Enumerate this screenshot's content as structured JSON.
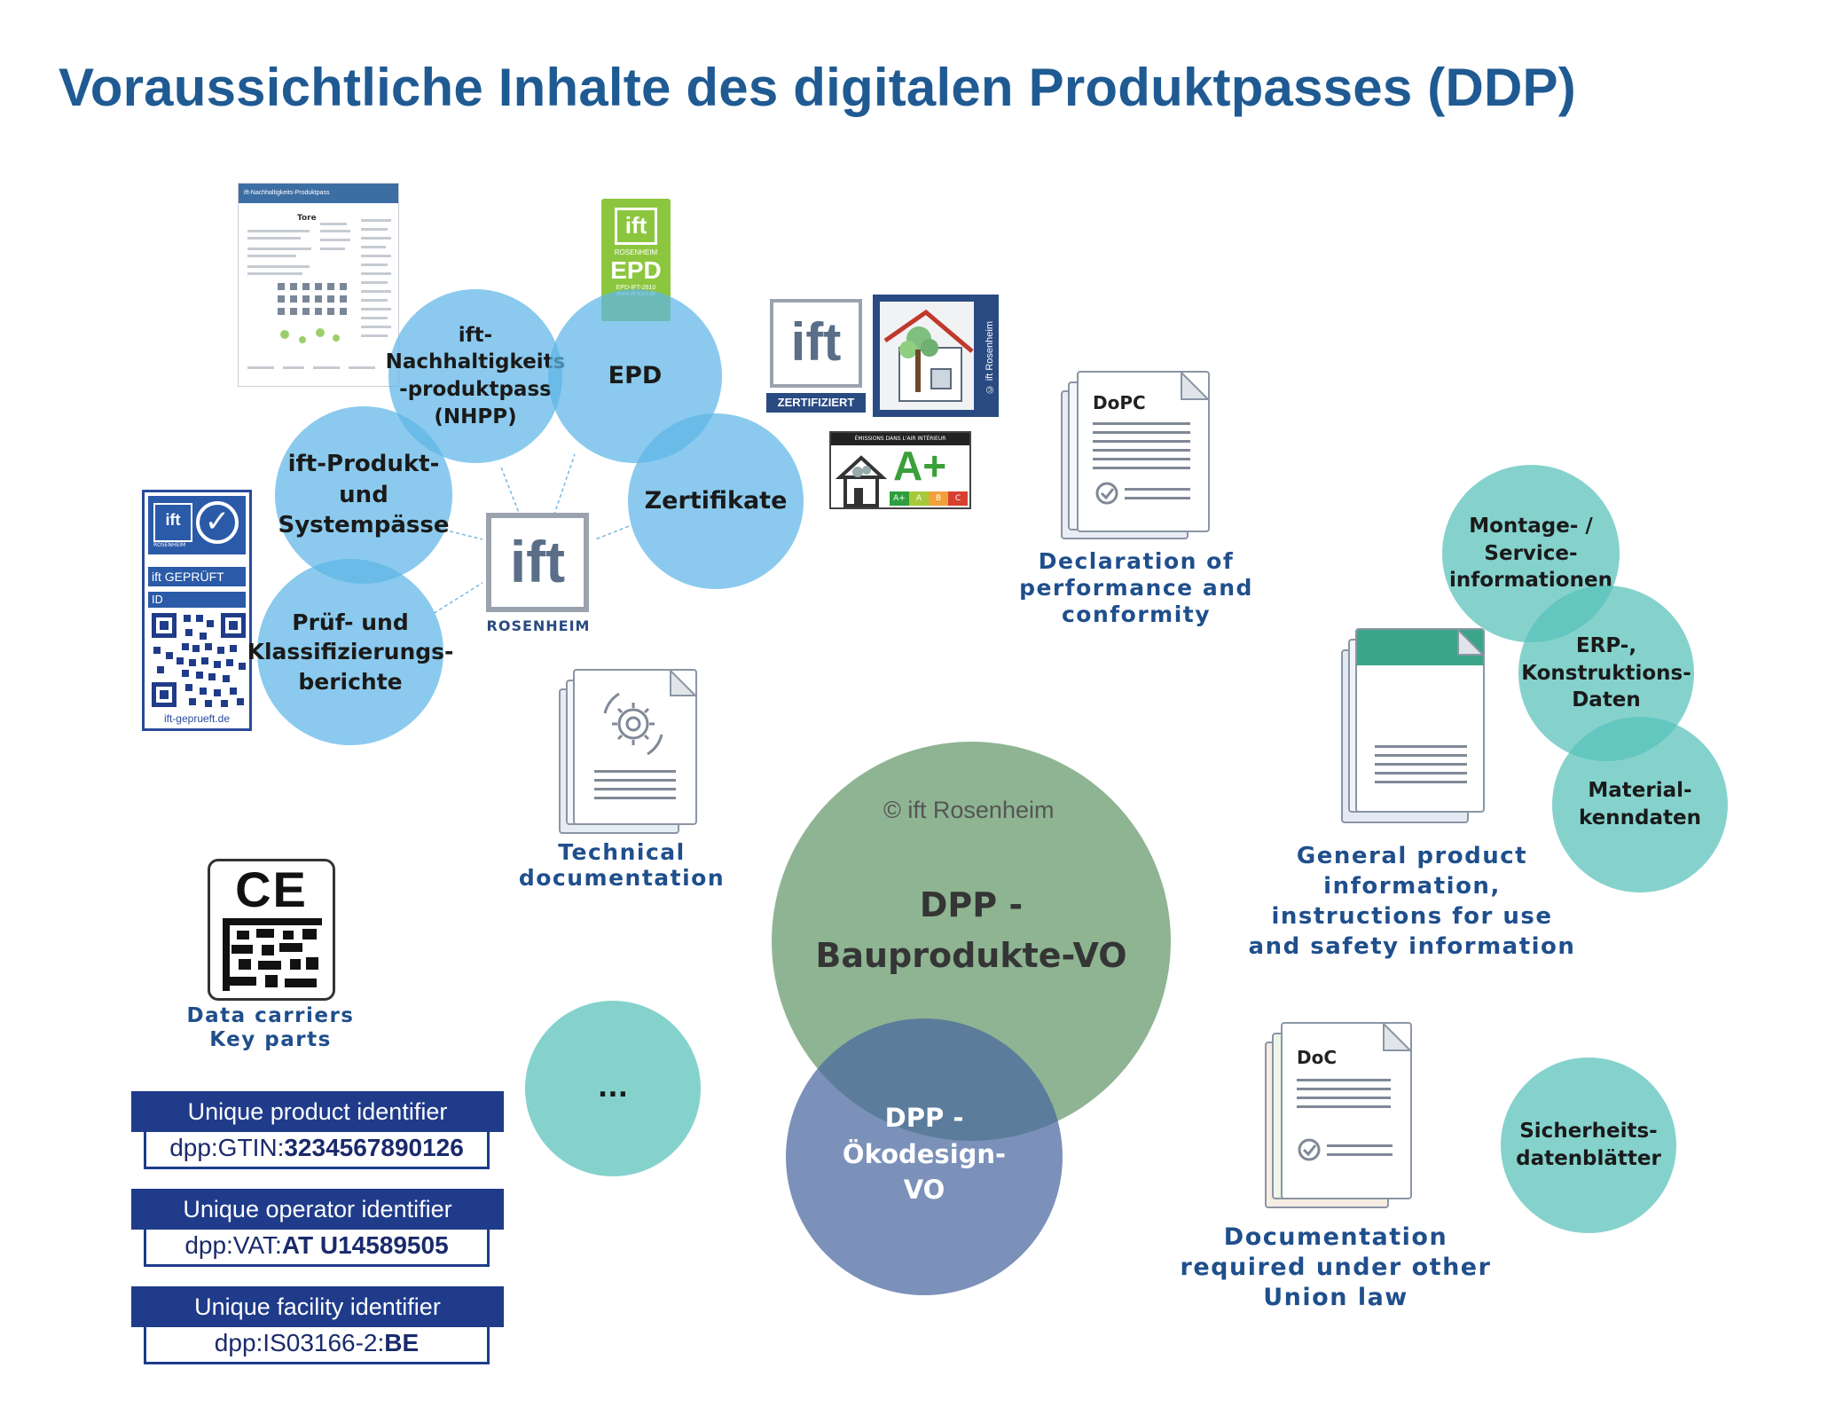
{
  "title": "Voraussichtliche Inhalte des digitalen Produktpasses (DDP)",
  "copyright": "© ift Rosenheim",
  "ift_center_logo": {
    "text": "ift",
    "subtitle": "ROSENHEIM"
  },
  "blue_circles": {
    "nhpp": "ift-\nNachhaltigkeits\n-produktpass\n(NHPP)",
    "epd": "EPD",
    "pruefsysteme": "ift-Produkt-\nund\nSystempässe",
    "zertifikate": "Zertifikate",
    "berichte": "Prüf- und\nKlassifizierungs-\nberichte"
  },
  "teal_circles": {
    "montage": "Montage- /\nService-\ninformationen",
    "erp": "ERP-,\nKonstruktions-\nDaten",
    "material": "Material-\nkenndaten",
    "sicherheit": "Sicherheits-\ndatenblätter",
    "ellipsis": "..."
  },
  "center": {
    "green": "DPP -\nBauprodukte-VO",
    "blue": "DPP -\nÖkodesign-\nVO"
  },
  "documents": {
    "dopc_label": "DoPC",
    "dopc_caption": "Declaration of\nperformance and\nconformity",
    "techdoc_caption": "Technical\ndocumentation",
    "general_caption": "General product\ninformation,\ninstructions for use\nand safety information",
    "doc_label": "DoC",
    "doc_caption": "Documentation\nrequired under other\nUnion law"
  },
  "data_carriers": {
    "ce_mark": "CE",
    "caption": "Data carriers\nKey parts"
  },
  "identifiers": [
    {
      "header": "Unique product identifier",
      "prefix": "dpp:GTIN:",
      "value": "3234567890126"
    },
    {
      "header": "Unique operator identifier",
      "prefix": "dpp:VAT:",
      "value": "AT U14589505"
    },
    {
      "header": "Unique facility identifier",
      "prefix": "dpp:IS03166-2:",
      "value": "BE"
    }
  ],
  "logos": {
    "epd_badge": {
      "ift": "ift",
      "org": "ROSENHEIM",
      "label": "EPD",
      "code": "EPD-IFT-2610",
      "url": "www.ift-epd.de"
    },
    "zertifiziert": {
      "ift": "ift",
      "label": "ZERTIFIZIERT"
    },
    "house_seal": {
      "label": "© ift Rosenheim"
    },
    "emissions": {
      "top": "ÉMISSIONS DANS L'AIR INTÉRIEUR",
      "grade": "A+",
      "scale": [
        "A+",
        "A",
        "B",
        "C"
      ]
    },
    "geprueft": {
      "ift": "ift",
      "org": "ROSENHEIM",
      "label": "ift GEPRÜFT",
      "id": "ID",
      "url": "ift-geprueft.de"
    },
    "nhpp_doc": {
      "header": "ift-Nachhaltigkeits-Produktpass",
      "heading": "Tore"
    }
  },
  "colors": {
    "title": "#1f5a92",
    "blue_circle": "#5eb6e8",
    "teal_circle": "#56c0ba",
    "green_circle": "#7faa84",
    "ecodesign_circle": "#5a72a0",
    "caption": "#1f4f8c",
    "id_header": "#1f3b8a"
  }
}
